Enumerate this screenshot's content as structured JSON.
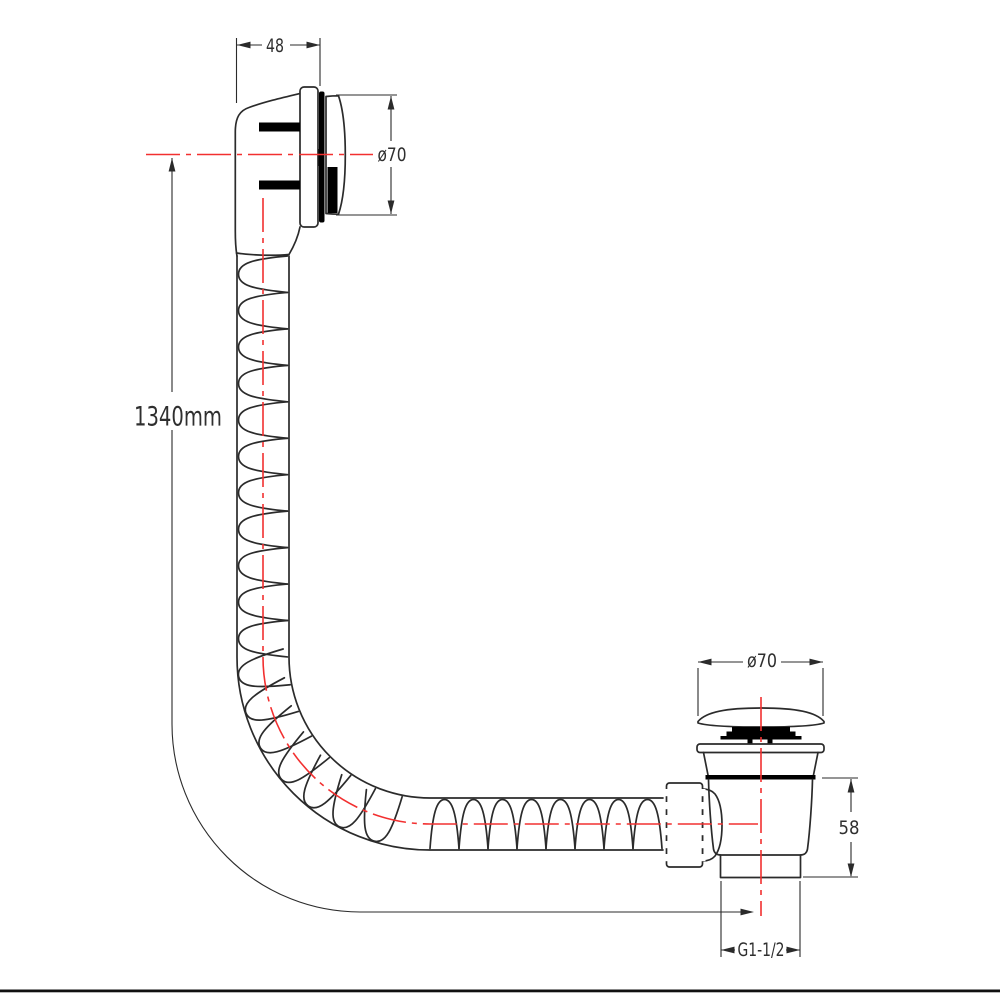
{
  "drawing": {
    "labels": {
      "overflow_depth": "48",
      "overflow_diameter": "ø70",
      "hose_length": "1340mm",
      "waste_diameter": "ø70",
      "waste_height": "58",
      "waste_thread_size": "G1-1/2"
    },
    "colors": {
      "line": "#2b2b2b",
      "centerline_red": "#f23030",
      "background": "#ffffff",
      "bottom_border": "#111111"
    }
  }
}
